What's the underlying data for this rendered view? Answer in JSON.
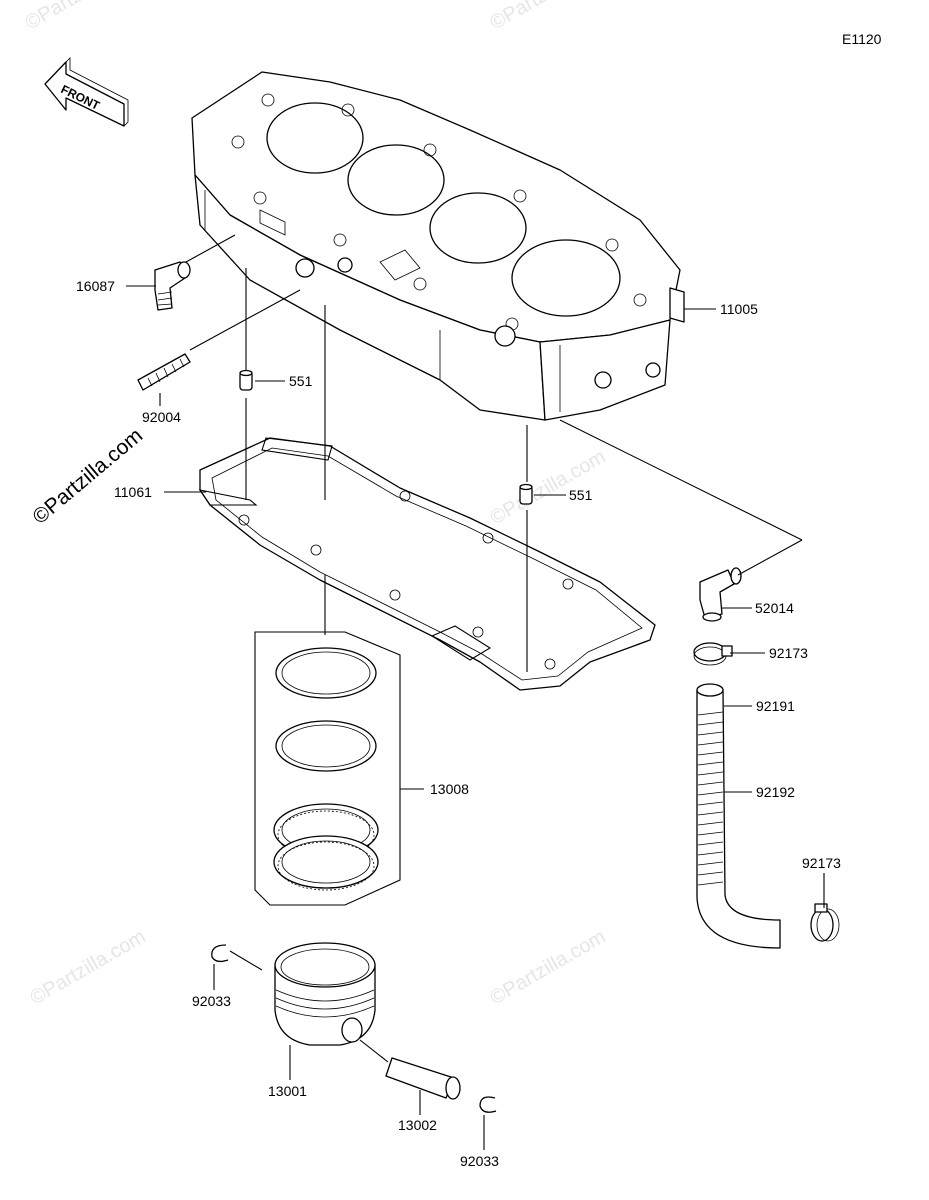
{
  "diagram_code": "E1120",
  "front_label": "FRONT",
  "watermark": {
    "main": "©Partzilla.com",
    "faded": "©Partzilla.com"
  },
  "parts": {
    "cylinder": "11005",
    "fitting_left": "16087",
    "stud": "92004",
    "dowel_upper": "551",
    "dowel_lower": "551",
    "gasket": "11061",
    "elbow_fitting": "52014",
    "clamp_upper": "92173",
    "hose_top": "92191",
    "hose": "92192",
    "clamp_lower": "92173",
    "ring_set": "13008",
    "circlip_left": "92033",
    "piston": "13001",
    "piston_pin": "13002",
    "circlip_right": "92033"
  }
}
